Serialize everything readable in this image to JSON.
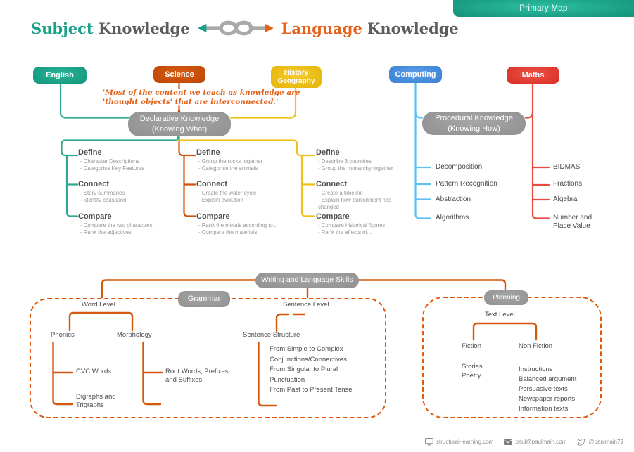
{
  "badge": {
    "label": "Primary Map"
  },
  "header": {
    "subject_word": "Subject",
    "knowledge_word_left": "Knowledge",
    "language_word": "Language",
    "knowledge_word_right": "Knowledge",
    "knot_icon": "rope-knot-infinity"
  },
  "quote": {
    "line1": "'Most of the content we teach as knowledge are",
    "line2": "'thought objects' that are interconnected.'"
  },
  "subjects": [
    {
      "label": "English",
      "color": "#1d9e85"
    },
    {
      "label": "Science",
      "color": "#c64e08"
    },
    {
      "label": "History Geography",
      "color": "#eebf16"
    },
    {
      "label": "Computing",
      "color": "#4a90dd"
    },
    {
      "label": "Maths",
      "color": "#e2392e"
    }
  ],
  "declarative_node": {
    "line1": "Declarative Knowledge",
    "line2": "(Knowing What)"
  },
  "procedural_node": {
    "line1": "Procedural Knowledge",
    "line2": "(Knowing How)"
  },
  "declarative_columns": [
    {
      "subject": "English",
      "define": {
        "heading": "Define",
        "items": [
          "Character Descriptions",
          "Categorise Key Features"
        ]
      },
      "connect": {
        "heading": "Connect",
        "items": [
          "Story summaries",
          "Identify causation"
        ]
      },
      "compare": {
        "heading": "Compare",
        "items": [
          "Compare the two characters",
          "Rank the adjectives"
        ]
      }
    },
    {
      "subject": "Science",
      "define": {
        "heading": "Define",
        "items": [
          "Group the rocks together",
          "Categorise the animals"
        ]
      },
      "connect": {
        "heading": "Connect",
        "items": [
          "Create the water cycle",
          "Explain evolution"
        ]
      },
      "compare": {
        "heading": "Compare",
        "items": [
          "Rank the metals according to...",
          "Compare the materials"
        ]
      }
    },
    {
      "subject": "History Geography",
      "define": {
        "heading": "Define",
        "items": [
          "Describe 3 countries",
          "Group the monarchy together"
        ]
      },
      "connect": {
        "heading": "Connect",
        "items": [
          "Create a timeline",
          "Explain how punishment has changed"
        ]
      },
      "compare": {
        "heading": "Compare",
        "items": [
          "Compare historical figures",
          "Rank the effects of..."
        ]
      }
    }
  ],
  "procedural_lists": {
    "computing": [
      "Decomposition",
      "Pattern Recognition",
      "Abstraction",
      "Algorithms"
    ],
    "maths": [
      "BIDMAS",
      "Fractions",
      "Algebra",
      "Number and Place Value"
    ]
  },
  "writing_skills": {
    "node": "Writing and Language Skills"
  },
  "grammar": {
    "node": "Grammar",
    "word_level": {
      "title": "Word Level",
      "phonics": {
        "label": "Phonics",
        "items": [
          "CVC Words",
          "Digraphs and Trigraphs"
        ]
      },
      "morphology": {
        "label": "Morphology",
        "items": [
          "Root Words, Prefixes and Suffixes"
        ]
      }
    },
    "sentence_level": {
      "title": "Sentence Level",
      "structure": "Sentence Structure",
      "items": [
        "From Simple to Complex",
        "Conjunctions/Connectives",
        "From Singular to Plural",
        "Punctuation",
        "From Past to Present Tense"
      ]
    }
  },
  "planning": {
    "node": "Planning",
    "text_level": {
      "title": "Text Level",
      "fiction": {
        "label": "Fiction",
        "items": [
          "Stories",
          "Poetry"
        ]
      },
      "non_fiction": {
        "label": "Non Fiction",
        "items": [
          "Instructions",
          "Balanced argument",
          "Persuasive texts",
          "Newspaper reports",
          "Information texts"
        ]
      }
    }
  },
  "footer": {
    "website": "structural-learning.com",
    "email": "paul@paulmain.com",
    "twitter": "@paulmain79"
  },
  "colors": {
    "teal": "#1d9e85",
    "orange_dark": "#c64e08",
    "yellow": "#eec11d",
    "blue": "#4a90dd",
    "blue_line": "#5ec1f0",
    "red": "#e8453a",
    "orange_line": "#d4570b",
    "gray_node": "#9b9b9b",
    "badge_teal": "#1ea78c",
    "quote_orange": "#e2621c",
    "text_dark": "#4b4b4b",
    "text_light": "#979797"
  }
}
